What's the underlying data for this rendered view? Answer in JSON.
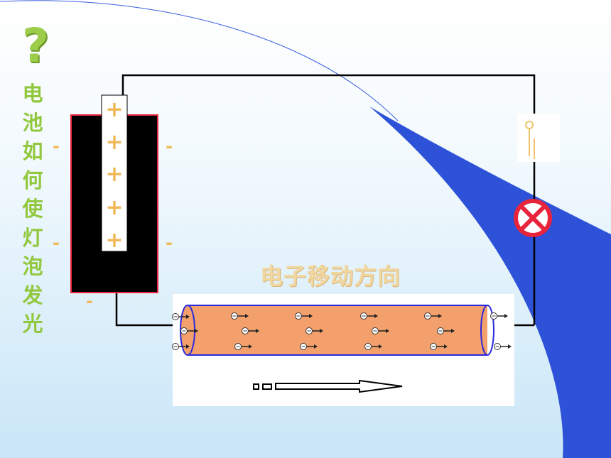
{
  "question_mark": "?",
  "title_chars": [
    "电",
    "池",
    "如",
    "何",
    "使",
    "灯",
    "泡",
    "发",
    "光"
  ],
  "label_direction": "电子移动方向",
  "battery": {
    "plus": "+",
    "minus": "-"
  },
  "electron_symbol": "⊖",
  "colors": {
    "title_green": "#92c83e",
    "label_tan": "#f1d6a0",
    "plus_orange": "#f0b95a",
    "wire": "#000000",
    "conductor": "#f4a06c",
    "conductor_edge": "#2a2add",
    "bulb_red": "#e8243c",
    "swoosh_blue": "#2d52d8"
  }
}
